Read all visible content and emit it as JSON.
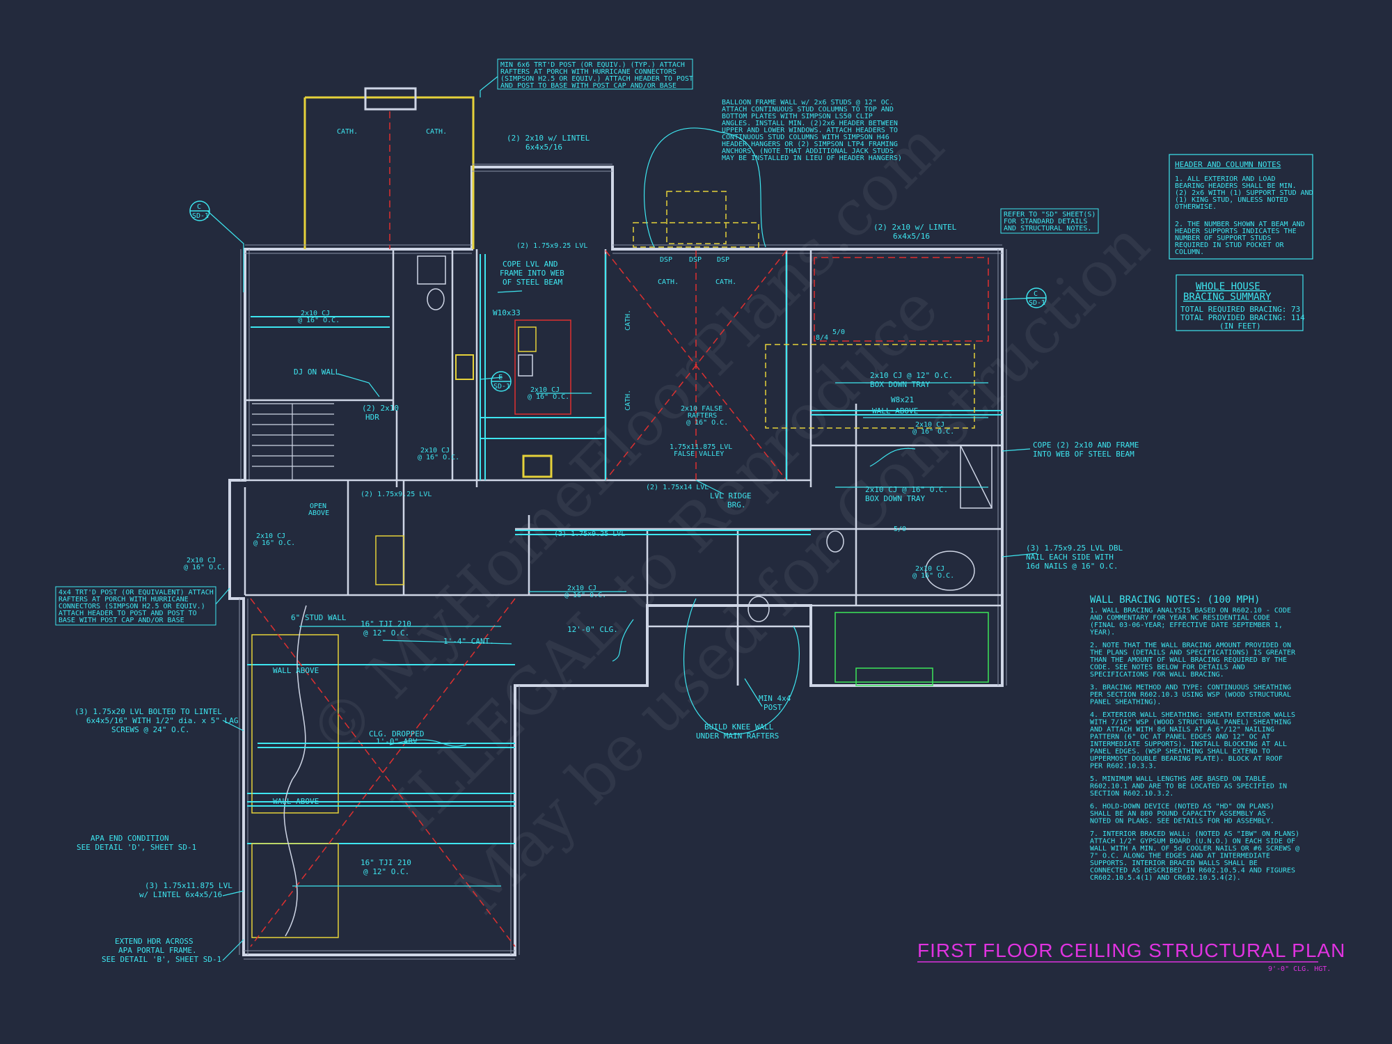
{
  "drawing": {
    "title": "FIRST FLOOR CEILING STRUCTURAL PLAN",
    "subtitle": "9'-0\" CLG. HGT.",
    "watermark": [
      "© MyHomeFloorPlans.com",
      "ILLEGAL to Reproduce",
      "May be used for Construction"
    ]
  },
  "colors": {
    "background": "#232a3d",
    "cyan": "#3ee6f0",
    "yellow": "#e6d23a",
    "red": "#e03030",
    "magenta": "#e033e0",
    "green": "#3ce65a",
    "white": "#cfd6e6"
  },
  "notes": {
    "porch_post": [
      "MIN 6x6 TRT'D POST (OR EQUIV.) (TYP.) ATTACH",
      "RAFTERS AT PORCH WITH HURRICANE CONNECTORS",
      "(SIMPSON H2.5 OR EQUIV.) ATTACH HEADER TO POST",
      "AND POST TO BASE WITH POST CAP AND/OR BASE"
    ],
    "balloon_frame": [
      "BALLOON FRAME WALL w/ 2x6 STUDS @ 12\" OC.",
      "ATTACH CONTINUOUS STUD COLUMNS TO TOP AND",
      "BOTTOM PLATES WITH SIMPSON LS50 CLIP",
      "ANGLES. INSTALL MIN. (2)2x6 HEADER BETWEEN",
      "UPPER AND LOWER WINDOWS. ATTACH HEADERS TO",
      "CONTINUOUS STUD COLUMNS WITH SIMPSON H46",
      "HEADER HANGERS OR (2) SIMPSON LTP4 FRAMING",
      "ANCHORS. (NOTE THAT ADDITIONAL JACK STUDS",
      "MAY BE INSTALLED IN LIEU OF HEADER HANGERS)"
    ],
    "lintel_top": [
      "(2) 2x10 w/ LINTEL",
      "6x4x5/16"
    ],
    "lintel_right": [
      "(2) 2x10 w/ LINTEL",
      "6x4x5/16"
    ],
    "refer_sd": [
      "REFER TO \"SD\" SHEET(S)",
      "FOR STANDARD DETAILS",
      "AND STRUCTURAL NOTES."
    ],
    "cope_lvl": [
      "COPE LVL AND",
      "FRAME INTO WEB",
      "OF STEEL BEAM"
    ],
    "w10x33": "W10x33",
    "dj_on_wall": "DJ ON WALL",
    "hdr_2x10": [
      "(2) 2x10",
      "HDR"
    ],
    "box_tray_1": [
      "2x10 CJ @ 12\" O.C.",
      "BOX DOWN TRAY"
    ],
    "w8x21": "W8x21",
    "wall_above_r": "WALL ABOVE",
    "cope_2x10": [
      "COPE (2) 2x10 AND FRAME",
      "INTO WEB OF STEEL BEAM"
    ],
    "box_tray_2": [
      "2x10 CJ @ 16\" O.C.",
      "BOX DOWN TRAY"
    ],
    "lvl_dbl": [
      "(3) 1.75x9.25 LVL DBL",
      "NAIL EACH SIDE WITH",
      "16d NAILS @ 16\" O.C."
    ],
    "lvl_ridge": [
      "LVL RIDGE",
      "BRG."
    ],
    "stud_wall": "6\" STUD WALL",
    "tji_1": [
      "16\" TJI 210",
      "@ 12\" O.C."
    ],
    "cant": "1'-4\" CANT.",
    "clg_12": "12'-0\" CLG.",
    "wall_above_1": "WALL ABOVE",
    "wall_above_2": "WALL ABOVE",
    "clg_dropped": [
      "CLG. DROPPED",
      "1'-0\" ABV."
    ],
    "min_post": [
      "MIN 4x4",
      "POST"
    ],
    "knee_wall": [
      "BUILD KNEE WALL",
      "UNDER MAIN RAFTERS"
    ],
    "trtd_post": [
      "4x4 TRT'D POST (OR EQUIVALENT) ATTACH",
      "RAFTERS AT PORCH WITH HURRICANE",
      "CONNECTORS (SIMPSON H2.5 OR EQUIV.)",
      "ATTACH HEADER TO POST AND POST TO",
      "BASE WITH POST CAP AND/OR BASE"
    ],
    "lvl_bolted": [
      "(3) 1.75x20 LVL BOLTED TO LINTEL",
      "6x4x5/16\" WITH 1/2\" dia. x 5\" LAG",
      "SCREWS @ 24\" O.C."
    ],
    "apa_end": [
      "APA END CONDITION",
      "SEE DETAIL 'D', SHEET SD-1"
    ],
    "lvl_lintel": [
      "(3) 1.75x11.875 LVL",
      "w/ LINTEL 6x4x5/16"
    ],
    "tji_2": [
      "16\" TJI 210",
      "@ 12\" O.C."
    ],
    "extend_hdr": [
      "EXTEND HDR ACROSS",
      "APA PORTAL FRAME.",
      "SEE DETAIL 'B', SHEET SD-1"
    ],
    "cath": [
      "CATH.",
      "CATH.",
      "CATH.",
      "CATH.",
      "CATH.",
      "CATH."
    ],
    "dsp": [
      "DSP",
      "DSP",
      "DSP"
    ],
    "lvl_ridge_top": "(2) 1.75x9.25 LVL",
    "lvl_1": "(2) 1.75x9.25 LVL",
    "lvl_2": "(2) 1.75x9.25 LVL",
    "lvl_3": "(2) 1.75x14 LVL",
    "false_valley": [
      "1.75x11.875 LVL",
      "FALSE VALLEY"
    ],
    "false_rafters": [
      "2x10 FALSE",
      "RAFTERS",
      "@ 16\" O.C."
    ],
    "cj_16": [
      "2x10 CJ",
      "@ 16\" O.C."
    ],
    "cj_16_b": [
      "2x10 CJ",
      "@ 16\" O.C."
    ],
    "cj_16_c": [
      "2x10 CJ",
      "@ 16\" O.C."
    ],
    "cj_16_d": [
      "2x10 CJ",
      "@ 16\" O.C."
    ],
    "cj_16_e": [
      "2x10 CJ",
      "@ 16\" O.C."
    ],
    "cj_16_f": [
      "2x10 CJ",
      "@ 16\" O.C."
    ],
    "cj_16_g": [
      "2x10 CJ",
      "@ 16\" O.C."
    ],
    "cj_16_h": [
      "2x10 CJ",
      "@ 16\" O.C."
    ],
    "open_above": [
      "OPEN",
      "ABOVE"
    ],
    "section_marks": [
      {
        "letter": "C",
        "sheet": "SD-1"
      },
      {
        "letter": "C",
        "sheet": "SD-1"
      },
      {
        "letter": "E",
        "sheet": "SD-1"
      }
    ],
    "dim_marks": [
      "8/4",
      "5/0",
      "5/0"
    ]
  },
  "header_column_notes": {
    "title": "HEADER AND COLUMN NOTES",
    "lines": [
      "1. ALL EXTERIOR AND LOAD",
      "BEARING HEADERS SHALL BE MIN.",
      "(2) 2x6 WITH (1) SUPPORT STUD AND",
      "(1) KING STUD, UNLESS NOTED",
      "OTHERWISE.",
      "",
      "2. THE NUMBER SHOWN AT BEAM AND",
      "HEADER SUPPORTS INDICATES THE",
      "NUMBER OF SUPPORT STUDS",
      "REQUIRED IN STUD POCKET OR",
      "COLUMN."
    ]
  },
  "bracing_summary": {
    "title": [
      "WHOLE HOUSE",
      "BRACING SUMMARY"
    ],
    "lines": [
      "TOTAL REQUIRED BRACING: 73",
      "TOTAL PROVIDED BRACING: 114",
      "(IN FEET)"
    ]
  },
  "wall_bracing_notes": {
    "title": "WALL BRACING NOTES: (100 MPH)",
    "lines": [
      "1. WALL BRACING ANALYSIS BASED ON R602.10 - CODE",
      "AND COMMENTARY FOR YEAR NC RESIDENTIAL CODE",
      "(FINAL 03-06-YEAR; EFFECTIVE DATE SEPTEMBER 1,",
      "YEAR).",
      "",
      "2. NOTE THAT THE WALL BRACING AMOUNT PROVIDED ON",
      "THE PLANS (DETAILS AND SPECIFICATIONS) IS GREATER",
      "THAN THE AMOUNT OF WALL BRACING REQUIRED BY THE",
      "CODE. SEE NOTES BELOW FOR DETAILS AND",
      "SPECIFICATIONS FOR WALL BRACING.",
      "",
      "3. BRACING METHOD AND TYPE: CONTINUOUS SHEATHING",
      "PER SECTION R602.10.3 USING WSP (WOOD STRUCTURAL",
      "PANEL SHEATHING).",
      "",
      "4. EXTERIOR WALL SHEATHING: SHEATH EXTERIOR WALLS",
      "WITH 7/16\" WSP (WOOD STRUCTURAL PANEL) SHEATHING",
      "AND ATTACH WITH 8d NAILS AT A 6\"/12\" NAILING",
      "PATTERN (6\" OC AT PANEL EDGES AND 12\" OC AT",
      "INTERMEDIATE SUPPORTS). INSTALL BLOCKING AT ALL",
      "PANEL EDGES. (WSP SHEATHING SHALL EXTEND TO",
      "UPPERMOST DOUBLE BEARING PLATE). BLOCK AT ROOF",
      "PER R602.10.3.3.",
      "",
      "5. MINIMUM WALL LENGTHS ARE BASED ON TABLE",
      "R602.10.1 AND ARE TO BE LOCATED AS SPECIFIED IN",
      "SECTION R602.10.3.2.",
      "",
      "6. HOLD-DOWN DEVICE (NOTED AS \"HD\" ON PLANS)",
      "SHALL BE AN 800 POUND CAPACITY ASSEMBLY AS",
      "NOTED ON PLANS. SEE DETAILS FOR HD ASSEMBLY.",
      "",
      "7. INTERIOR BRACED WALL: (NOTED AS \"IBW\" ON PLANS)",
      "ATTACH 1/2\" GYPSUM BOARD (U.N.O.) ON EACH SIDE OF",
      "WALL WITH A MIN. OF 5d COOLER NAILS OR #6 SCREWS @",
      "7\" O.C. ALONG THE EDGES AND AT INTERMEDIATE",
      "SUPPORTS. INTERIOR BRACED WALLS SHALL BE",
      "CONNECTED AS DESCRIBED IN R602.10.5.4 AND FIGURES",
      "CR602.10.5.4(1) AND CR602.10.5.4(2)."
    ]
  }
}
